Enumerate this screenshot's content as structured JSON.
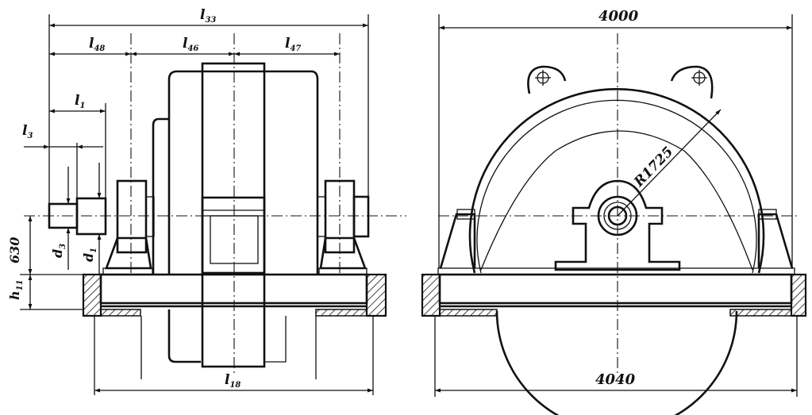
{
  "side_view": {
    "dims": {
      "l33": {
        "main": "l",
        "sub": "33"
      },
      "l48": {
        "main": "l",
        "sub": "48"
      },
      "l46": {
        "main": "l",
        "sub": "46"
      },
      "l47": {
        "main": "l",
        "sub": "47"
      },
      "l1": {
        "main": "l",
        "sub": "1"
      },
      "l3": {
        "main": "l",
        "sub": "3"
      },
      "l18": {
        "main": "l",
        "sub": "18"
      },
      "h11": {
        "main": "h",
        "sub": "11"
      },
      "d3": {
        "main": "d",
        "sub": "3"
      },
      "d1": {
        "main": "d",
        "sub": "1"
      },
      "v630": "630"
    }
  },
  "front_view": {
    "dims": {
      "w4000": "4000",
      "w4040": "4040",
      "r1725": "R1725"
    }
  }
}
